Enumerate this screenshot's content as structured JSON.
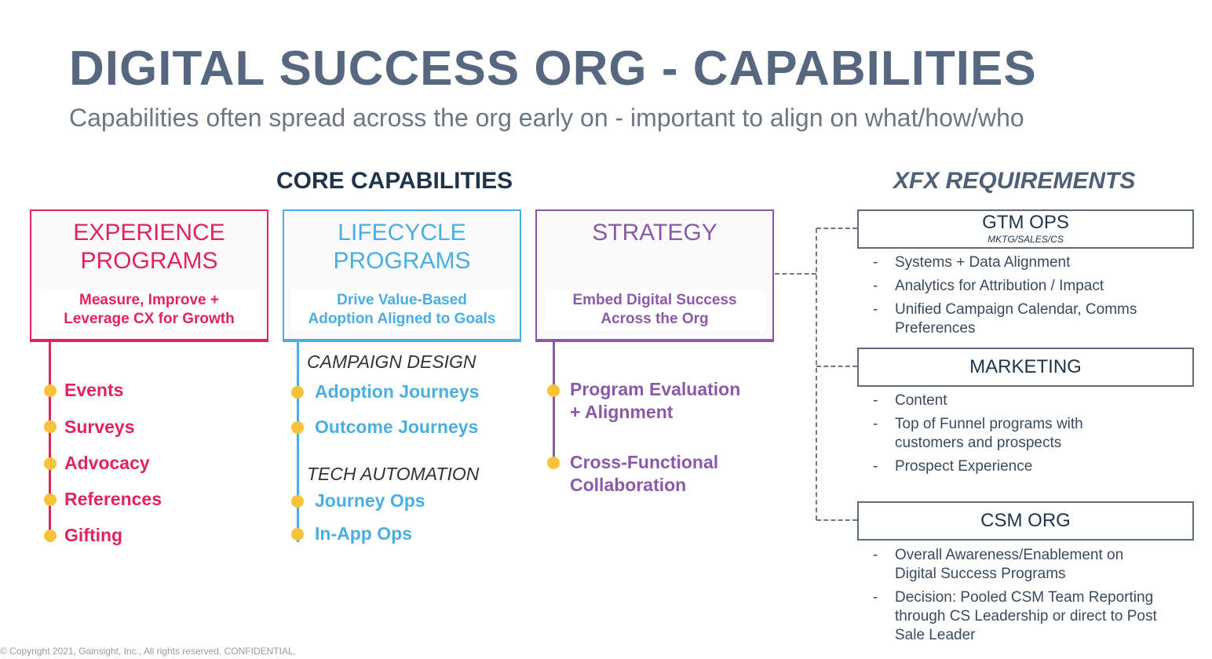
{
  "title": "DIGITAL SUCCESS ORG - CAPABILITIES",
  "subtitle": "Capabilities often spread across the org early on - important to align on what/how/who",
  "core_heading": "CORE CAPABILITIES",
  "xfx_heading": "XFX REQUIREMENTS",
  "colors": {
    "experience": "#e0245e",
    "lifecycle": "#4aaee2",
    "strategy": "#8a5aa8",
    "dot": "#f8c23a"
  },
  "experience": {
    "title_line1": "EXPERIENCE",
    "title_line2": "PROGRAMS",
    "sub_line1": "Measure, Improve +",
    "sub_line2": "Leverage CX for Growth",
    "items": [
      "Events",
      "Surveys",
      "Advocacy",
      "References",
      "Gifting"
    ]
  },
  "lifecycle": {
    "title_line1": "LIFECYCLE",
    "title_line2": "PROGRAMS",
    "sub_line1": "Drive Value-Based",
    "sub_line2": "Adoption Aligned to Goals",
    "cat1": "CAMPAIGN DESIGN",
    "cat1_items": [
      "Adoption Journeys",
      "Outcome Journeys"
    ],
    "cat2": "TECH AUTOMATION",
    "cat2_items": [
      "Journey Ops",
      "In-App Ops"
    ]
  },
  "strategy": {
    "title": "STRATEGY",
    "sub_line1": "Embed Digital Success",
    "sub_line2": "Across the Org",
    "items": [
      [
        "Program Evaluation",
        "+ Alignment"
      ],
      [
        "Cross-Functional",
        "Collaboration"
      ]
    ]
  },
  "xfx": [
    {
      "title": "GTM OPS",
      "subtitle": "MKTG/SALES/CS",
      "bullets": [
        "Systems + Data Alignment",
        "Analytics for Attribution / Impact",
        "Unified Campaign Calendar, Comms Preferences"
      ]
    },
    {
      "title": "MARKETING",
      "bullets": [
        "Content",
        "Top of Funnel programs with customers and prospects",
        "Prospect Experience"
      ]
    },
    {
      "title": "CSM ORG",
      "bullets": [
        "Overall Awareness/Enablement on Digital Success Programs",
        "Decision: Pooled CSM Team Reporting through CS Leadership or direct to Post Sale Leader"
      ]
    }
  ],
  "bullet_dash": "-",
  "copyright": "© Copyright 2021, Gainsight, Inc., All rights reserved. CONFIDENTIAL."
}
